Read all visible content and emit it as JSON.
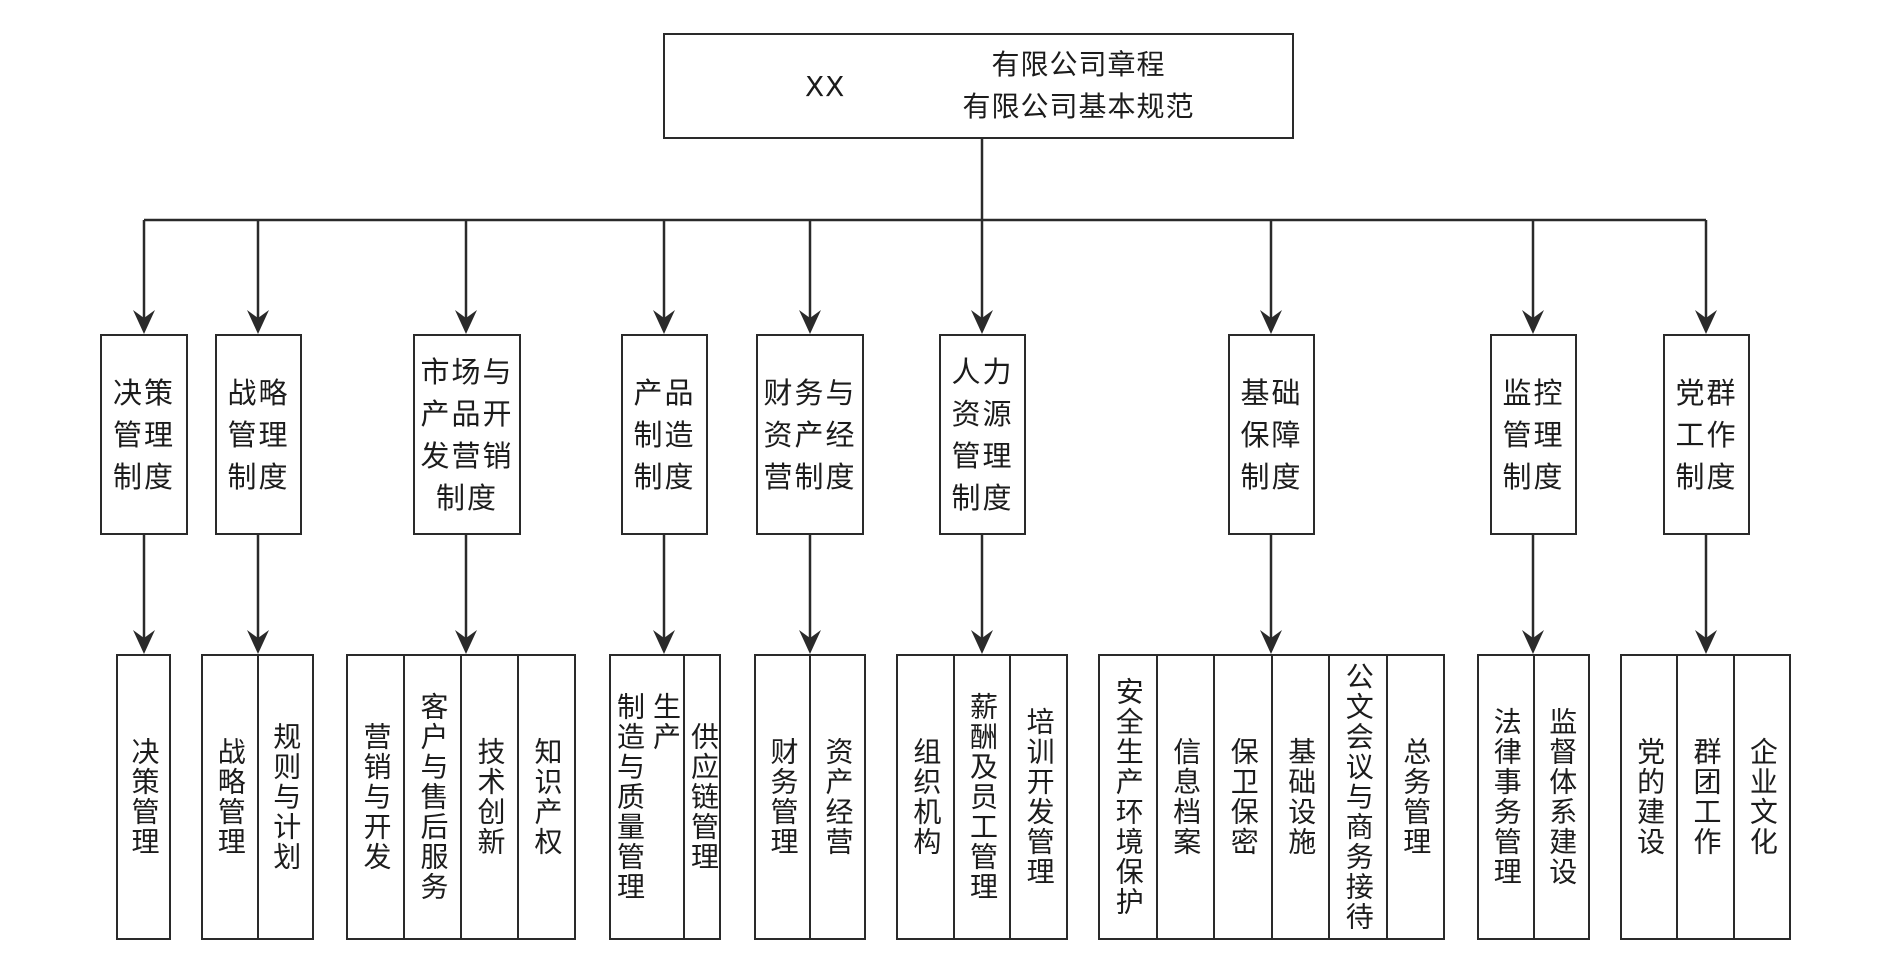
{
  "root": {
    "prefix": "XX",
    "lines": [
      "有限公司章程",
      "有限公司基本规范"
    ]
  },
  "categories": [
    {
      "label": "决策\n管理\n制度",
      "leaves": [
        "决策管理"
      ]
    },
    {
      "label": "战略\n管理\n制度",
      "leaves": [
        "战略管理",
        "规则与计划"
      ]
    },
    {
      "label": "市场与\n产品开\n发营销\n制度",
      "leaves": [
        "营销与开发",
        "客户与售后服务",
        "技术创新",
        "知识产权"
      ]
    },
    {
      "label": "产品\n制造\n制度",
      "leaves": [
        "生产\n制造与质量管理",
        "供应链管理"
      ]
    },
    {
      "label": "财务与\n资产经\n营制度",
      "leaves": [
        "财务管理",
        "资产经营"
      ]
    },
    {
      "label": "人力\n资源\n管理\n制度",
      "leaves": [
        "组织机构",
        "薪酬及员工管理",
        "培训开发管理"
      ]
    },
    {
      "label": "基础\n保障\n制度",
      "leaves": [
        "安全生产环境保护",
        "信息档案",
        "保卫保密",
        "基础设施",
        "公文会议与商务接待",
        "总务管理"
      ]
    },
    {
      "label": "监控\n管理\n制度",
      "leaves": [
        "法律事务管理",
        "监督体系建设"
      ]
    },
    {
      "label": "党群\n工作\n制度",
      "leaves": [
        "党的建设",
        "群团工作",
        "企业文化"
      ]
    }
  ],
  "colors": {
    "line": "#2a2a2a",
    "text": "#1c1c1c",
    "background": "#ffffff"
  }
}
